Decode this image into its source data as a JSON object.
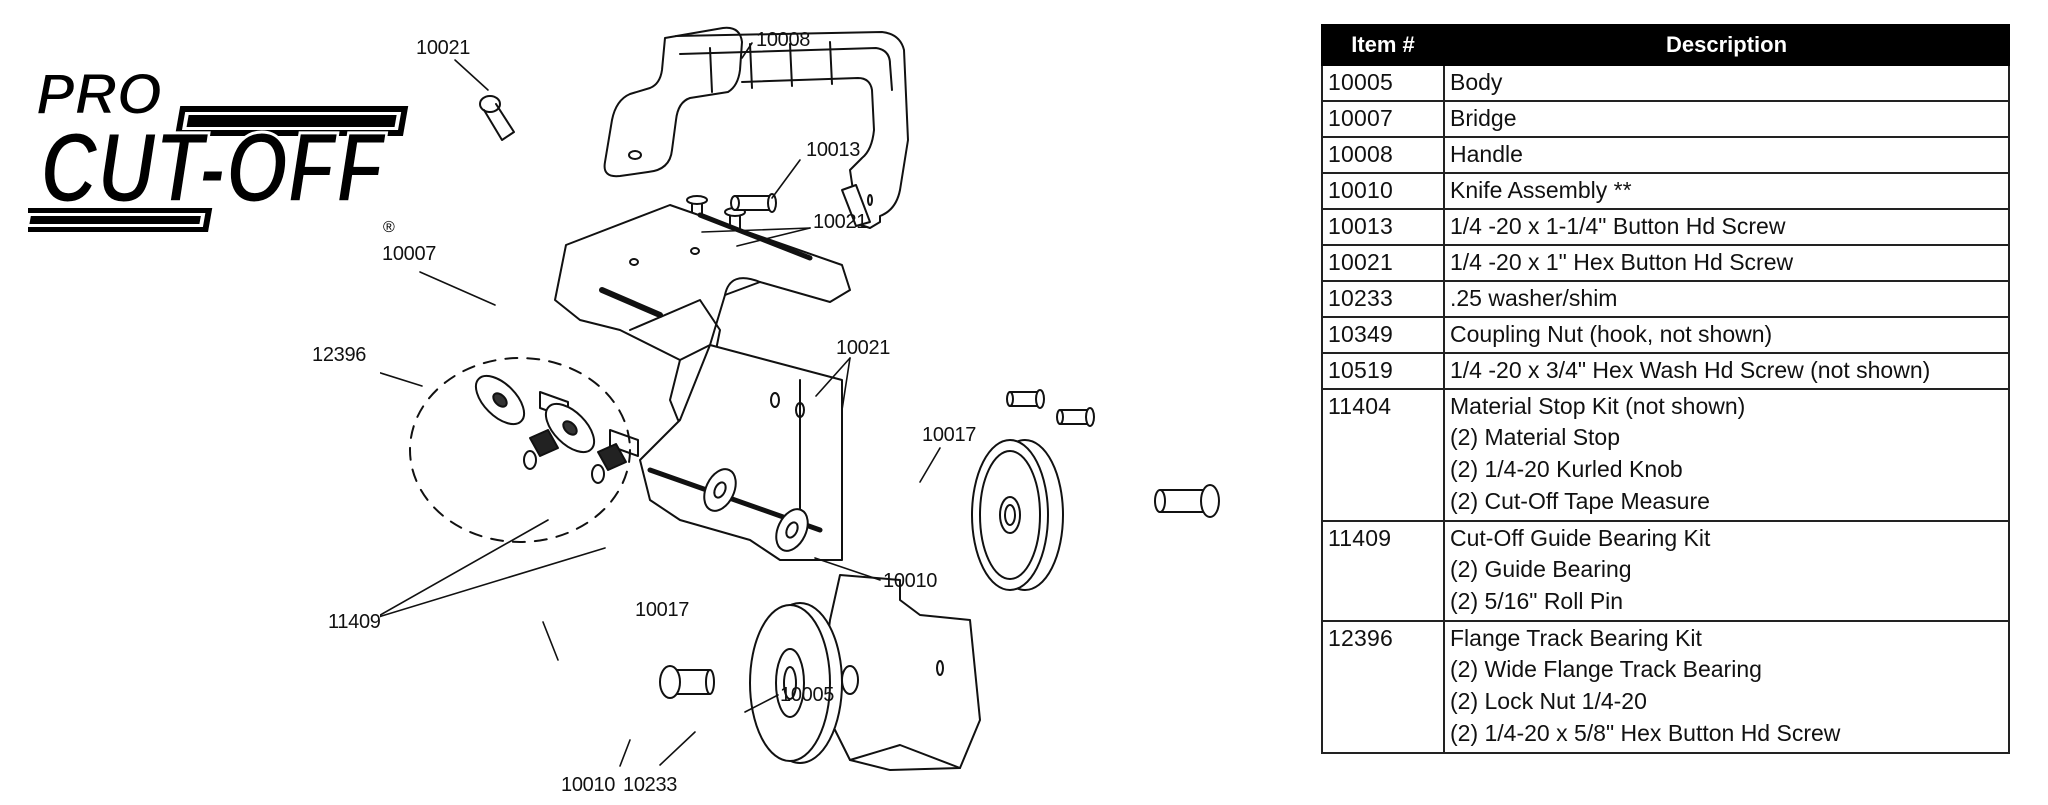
{
  "logo": {
    "line1": "PRO",
    "line2": "CUT-OFF",
    "registered_mark": "®"
  },
  "diagram": {
    "title": "Exploded parts diagram",
    "callouts": [
      {
        "id": "c-10021-top",
        "label": "10021"
      },
      {
        "id": "c-10008",
        "label": "10008"
      },
      {
        "id": "c-10013",
        "label": "10013"
      },
      {
        "id": "c-10021-right",
        "label": "10021"
      },
      {
        "id": "c-10007",
        "label": "10007"
      },
      {
        "id": "c-12396",
        "label": "12396"
      },
      {
        "id": "c-10021-mid",
        "label": "10021"
      },
      {
        "id": "c-10017-right",
        "label": "10017"
      },
      {
        "id": "c-10010-right",
        "label": "10010"
      },
      {
        "id": "c-11409",
        "label": "11409"
      },
      {
        "id": "c-10017-left",
        "label": "10017"
      },
      {
        "id": "c-10005",
        "label": "10005"
      },
      {
        "id": "c-10010-bottom",
        "label": "10010"
      },
      {
        "id": "c-10233",
        "label": "10233"
      }
    ]
  },
  "parts_table": {
    "headers": {
      "item": "Item #",
      "description": "Description"
    },
    "rows": [
      {
        "item": "10005",
        "lines": [
          "Body"
        ]
      },
      {
        "item": "10007",
        "lines": [
          "Bridge"
        ]
      },
      {
        "item": "10008",
        "lines": [
          "Handle"
        ]
      },
      {
        "item": "10010",
        "lines": [
          "Knife Assembly **"
        ]
      },
      {
        "item": "10013",
        "lines": [
          "1/4 -20 x 1-1/4\" Button Hd Screw"
        ]
      },
      {
        "item": "10021",
        "lines": [
          "1/4 -20 x 1\" Hex Button Hd Screw"
        ]
      },
      {
        "item": "10233",
        "lines": [
          ".25 washer/shim"
        ]
      },
      {
        "item": "10349",
        "lines": [
          "Coupling Nut (hook, not shown)"
        ]
      },
      {
        "item": "10519",
        "lines": [
          "1/4 -20 x 3/4\" Hex Wash Hd Screw (not shown)"
        ]
      },
      {
        "item": "11404",
        "lines": [
          "Material Stop Kit  (not shown)",
          "(2) Material Stop",
          "(2) 1/4-20 Kurled Knob",
          "(2) Cut-Off Tape Measure"
        ]
      },
      {
        "item": "11409",
        "lines": [
          "Cut-Off Guide Bearing Kit",
          "(2) Guide Bearing",
          "(2) 5/16\" Roll Pin"
        ]
      },
      {
        "item": "12396",
        "lines": [
          "Flange Track Bearing Kit",
          "(2) Wide Flange Track Bearing",
          "(2) Lock Nut 1/4-20",
          "(2) 1/4-20 x 5/8\" Hex Button Hd Screw"
        ]
      }
    ]
  }
}
